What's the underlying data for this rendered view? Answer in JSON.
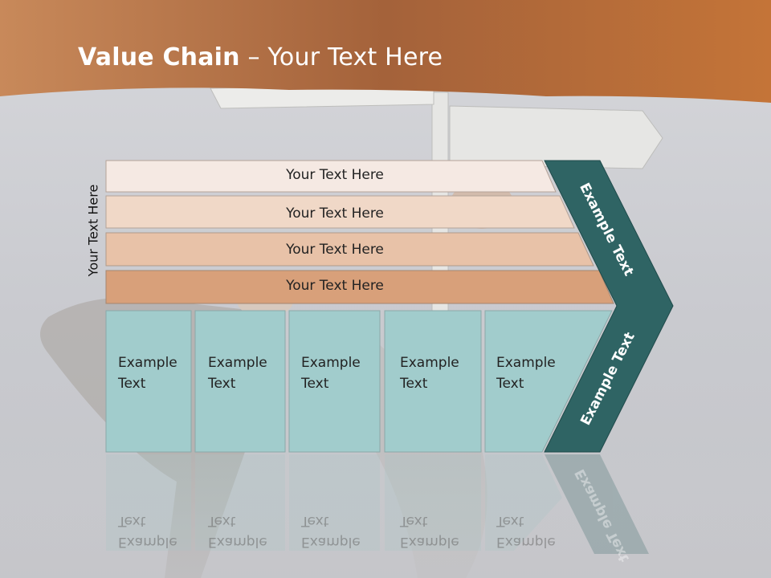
{
  "title": {
    "bold": "Value Chain",
    "rest": " – Your Text Here"
  },
  "side_label": "Your Text Here",
  "bands": [
    {
      "label": "Your Text Here"
    },
    {
      "label": "Your Text Here"
    },
    {
      "label": "Your Text Here"
    },
    {
      "label": "Your Text Here"
    }
  ],
  "cells": [
    {
      "line1": "Example",
      "line2": "Text"
    },
    {
      "line1": "Example",
      "line2": "Text"
    },
    {
      "line1": "Example",
      "line2": "Text"
    },
    {
      "line1": "Example",
      "line2": "Text"
    },
    {
      "line1": "Example",
      "line2": "Text"
    }
  ],
  "chevron": {
    "upper_label": "Example Text",
    "lower_label": "Example Text"
  },
  "colors": {
    "header_band": "#b06a3a",
    "band_1": "#f5e9e3",
    "band_2": "#f0d8c7",
    "band_3": "#e8c2a8",
    "band_4": "#d8a07a",
    "cell_fill": "#a1cccc",
    "chevron": "#2f6464"
  }
}
